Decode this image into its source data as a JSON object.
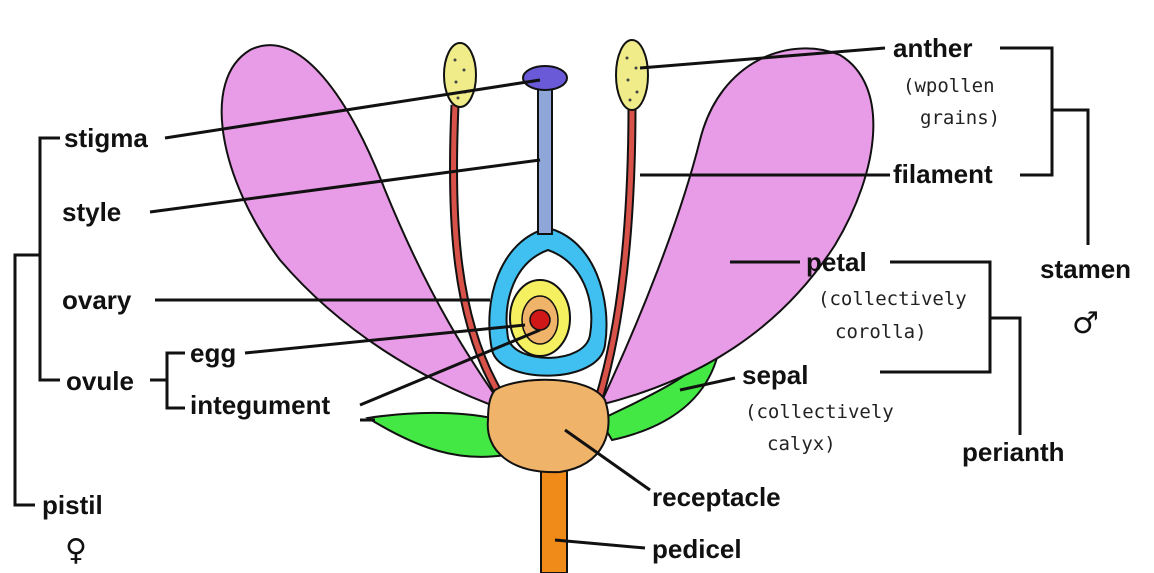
{
  "labels": {
    "anther": "anther",
    "anther_note_1": "(wpollen",
    "anther_note_2": "grains)",
    "filament": "filament",
    "stamen": "stamen",
    "stamen_symbol": "♂",
    "stigma": "stigma",
    "style": "style",
    "ovary": "ovary",
    "egg": "egg",
    "ovule": "ovule",
    "integument": "integument",
    "pistil": "pistil",
    "pistil_symbol": "♀",
    "petal": "petal",
    "petal_note_1": "(collectively",
    "petal_note_2": "corolla)",
    "sepal": "sepal",
    "sepal_note_1": "(collectively",
    "sepal_note_2": "calyx)",
    "perianth": "perianth",
    "receptacle": "receptacle",
    "pedicel": "pedicel"
  },
  "colors": {
    "petal": "#e89be6",
    "sepal": "#44e844",
    "receptacle": "#f0b36a",
    "pedicel": "#f08a18",
    "filament": "#d9524a",
    "anther": "#f0ec8a",
    "style": "#8fa6d8",
    "stigma": "#6a5ad8",
    "ovary_outer": "#40c0f0",
    "ovary_inner": "#f5f060",
    "egg": "#d01818"
  }
}
